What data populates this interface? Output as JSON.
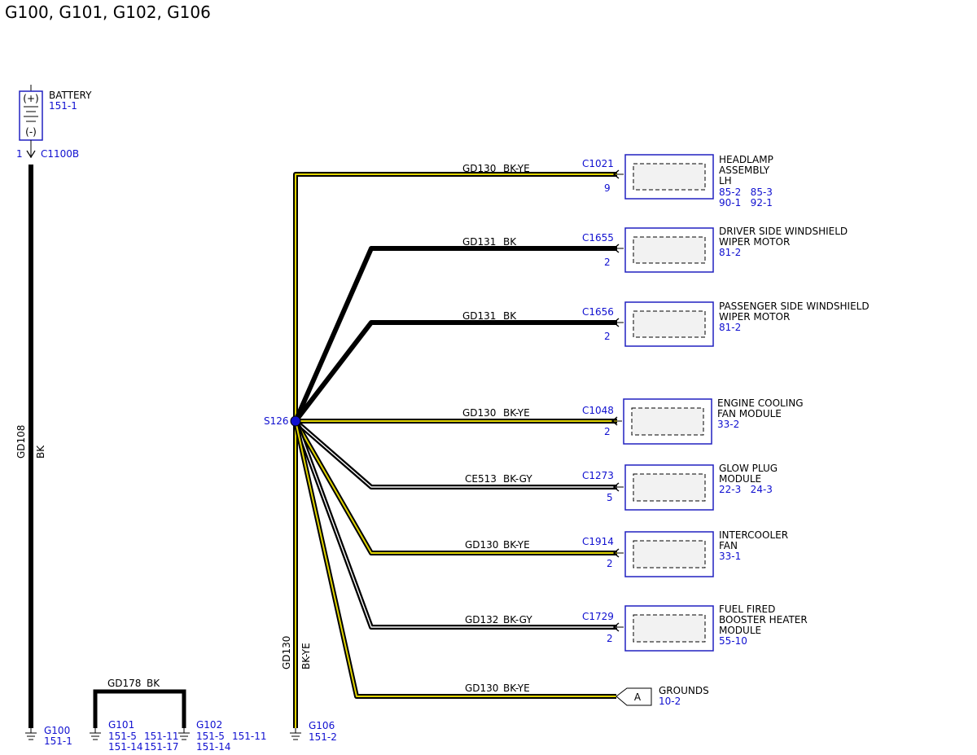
{
  "title": "G100, G101, G102, G106",
  "colors": {
    "wire_black": "#000000",
    "stripe_yellow": "#e0d400",
    "ref_blue": "#1010d0",
    "box_outline": "#2020c0"
  },
  "battery": {
    "name": "BATTERY",
    "ref": "151-1",
    "plus": "(+)",
    "minus": "(-)",
    "pin": "1",
    "connector": "C1100B",
    "wire_circuit": "GD108",
    "wire_color": "BK",
    "ground_name": "G100",
    "ground_ref": "151-1"
  },
  "g101_link": {
    "wire_circuit": "GD178",
    "wire_color": "BK",
    "g101": {
      "name": "G101",
      "refs": [
        "151-5",
        "151-11",
        "151-14",
        "151-17"
      ]
    },
    "g102": {
      "name": "G102",
      "refs": [
        "151-5",
        "151-11",
        "151-14"
      ]
    }
  },
  "splice": {
    "name": "S126",
    "trunk_circuit": "GD130",
    "trunk_color": "BK-YE",
    "ground_name": "G106",
    "ground_ref": "151-2"
  },
  "branches": [
    {
      "circuit": "GD130",
      "color": "BK-YE",
      "connector": "C1021",
      "pin": "9",
      "component_lines": [
        "HEADLAMP",
        "ASSEMBLY",
        "LH"
      ],
      "refs": [
        "85-2   85-3",
        "90-1   92-1"
      ]
    },
    {
      "circuit": "GD131",
      "color": "BK",
      "connector": "C1655",
      "pin": "2",
      "component_lines": [
        "DRIVER SIDE WINDSHIELD",
        "WIPER MOTOR"
      ],
      "refs": [
        "81-2"
      ]
    },
    {
      "circuit": "GD131",
      "color": "BK",
      "connector": "C1656",
      "pin": "2",
      "component_lines": [
        "PASSENGER SIDE WINDSHIELD",
        "WIPER MOTOR"
      ],
      "refs": [
        "81-2"
      ]
    },
    {
      "circuit": "GD130",
      "color": "BK-YE",
      "connector": "C1048",
      "pin": "2",
      "component_lines": [
        "ENGINE COOLING",
        "FAN MODULE"
      ],
      "refs": [
        "33-2"
      ]
    },
    {
      "circuit": "CE513",
      "color": "BK-GY",
      "connector": "C1273",
      "pin": "5",
      "component_lines": [
        "GLOW PLUG",
        "MODULE"
      ],
      "refs": [
        "22-3   24-3"
      ]
    },
    {
      "circuit": "GD130",
      "color": "BK-YE",
      "connector": "C1914",
      "pin": "2",
      "component_lines": [
        "INTERCOOLER",
        "FAN"
      ],
      "refs": [
        "33-1"
      ]
    },
    {
      "circuit": "GD132",
      "color": "BK-GY",
      "connector": "C1729",
      "pin": "2",
      "component_lines": [
        "FUEL FIRED",
        "BOOSTER HEATER",
        "MODULE"
      ],
      "refs": [
        "55-10"
      ]
    }
  ],
  "grounds_ref": {
    "circuit": "GD130",
    "color": "BK-YE",
    "flag": "A",
    "label": "GROUNDS",
    "ref": "10-2"
  }
}
